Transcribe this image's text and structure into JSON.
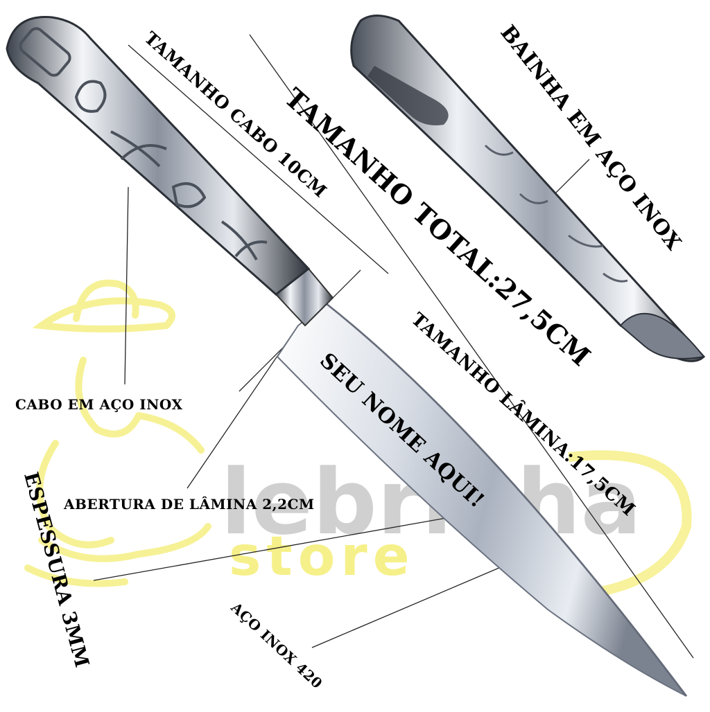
{
  "labels": {
    "cabo_size": "TAMANHO CABO 10CM",
    "total_size": "TAMANHO TOTAL:27,5CM",
    "sheath": "BAINHA EM AÇO INOX",
    "blade_size": "TAMANHO LÂMINA:17,5CM",
    "handle_material": "CABO EM AÇO INOX",
    "thickness": "ESPESSURA 3MM",
    "blade_width": "ABERTURA DE LÂMINA 2,2CM",
    "steel": "AÇO INOX 420",
    "engraving": "SEU NOME AQUI!"
  },
  "watermark": {
    "brand": "lebrinha",
    "sub": "store"
  },
  "colors": {
    "watermark_gray": "#c8c8c8",
    "watermark_yellow": "#f6f08a",
    "steel_light": "#f4f6fa",
    "steel_mid": "#b9c0cc",
    "steel_dark": "#5d6470"
  }
}
